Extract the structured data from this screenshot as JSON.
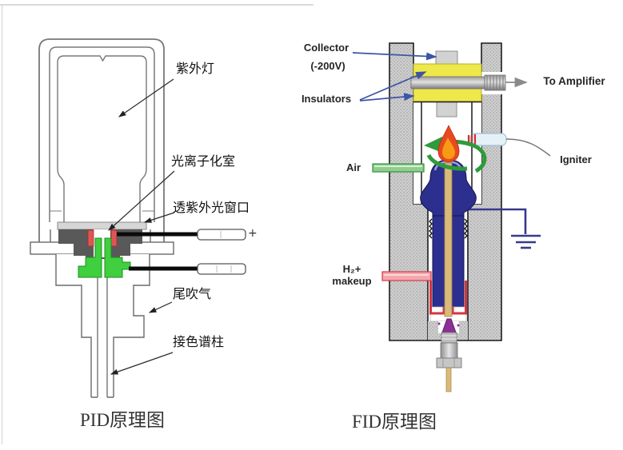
{
  "pid": {
    "caption": "PID原理图",
    "labels": {
      "uv_lamp": "紫外灯",
      "photoionization_chamber": "光离子化室",
      "uv_window": "透紫外光窗口",
      "makeup_gas": "尾吹气",
      "column_connection": "接色谱柱",
      "electrode_plus": "+"
    }
  },
  "fid": {
    "caption": "FID原理图",
    "labels": {
      "collector": "Collector",
      "collector_voltage": "(-200V)",
      "insulators": "Insulators",
      "to_amplifier": "To Amplifier",
      "air": "Air",
      "igniter": "Igniter",
      "hydrogen": "H₂+",
      "makeup": "makeup"
    }
  },
  "colors": {
    "jet_blue": "#2c2f8e",
    "insulator_yellow": "#eee84a",
    "seal_green": "#3fcf3f",
    "electrode_red": "#dd5555",
    "flame_orange": "#e8491f",
    "swirl_green": "#2e9b3a",
    "hydrogen_pink": "#f6a6ad",
    "air_green": "#90cd8e",
    "wall_gray": "#cfcfcf",
    "ground_navy": "#39398f"
  }
}
